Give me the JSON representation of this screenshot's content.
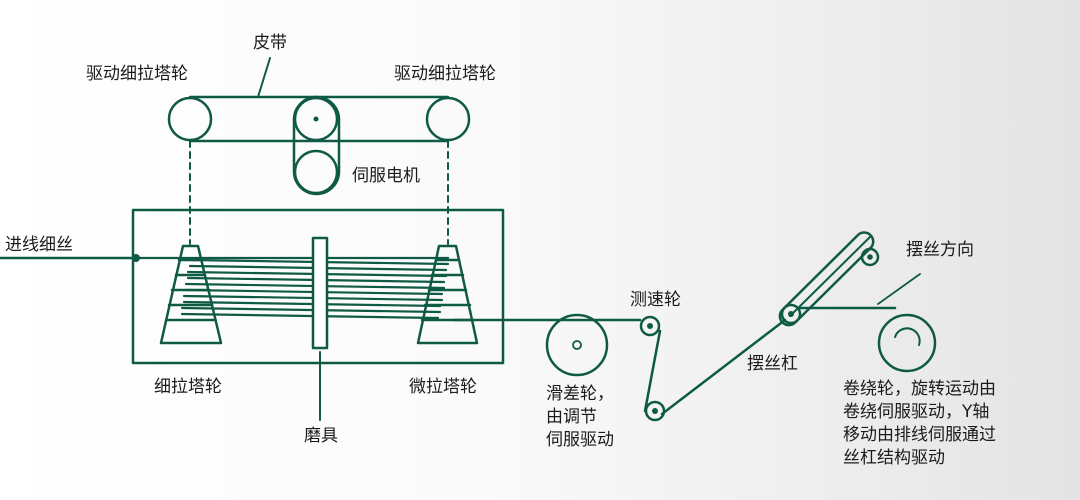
{
  "labels": {
    "belt": "皮带",
    "drive_cone_left": "驱动细拉塔轮",
    "drive_cone_right": "驱动细拉塔轮",
    "servo_motor": "伺服电机",
    "incoming_wire": "进线细丝",
    "fine_cone": "细拉塔轮",
    "micro_cone": "微拉塔轮",
    "die": "磨具",
    "speed_wheel": "测速轮",
    "slip_wheel": "滑差轮，\n由调节\n伺服驱动",
    "swing_bar": "摆丝杠",
    "swing_direction": "摆丝方向",
    "winding_wheel": "卷绕轮，旋转运动由\n卷绕伺服驱动，Y轴\n移动由排线伺服通过\n丝杠结构驱动"
  },
  "colors": {
    "line": "#0f5a44",
    "text": "#1b1b1b"
  }
}
